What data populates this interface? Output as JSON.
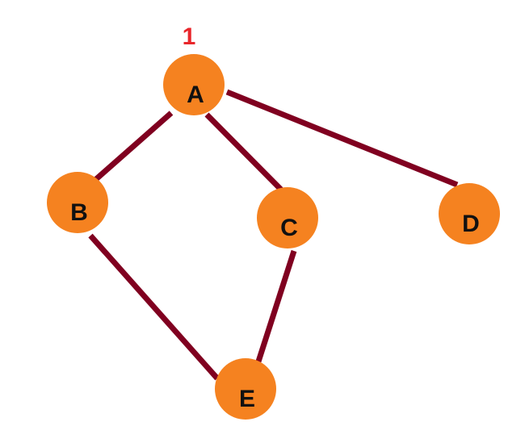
{
  "graph": {
    "nodes": [
      {
        "id": "A",
        "label": "A"
      },
      {
        "id": "B",
        "label": "B"
      },
      {
        "id": "C",
        "label": "C"
      },
      {
        "id": "D",
        "label": "D"
      },
      {
        "id": "E",
        "label": "E"
      }
    ],
    "edges": [
      {
        "from": "A",
        "to": "B"
      },
      {
        "from": "A",
        "to": "C"
      },
      {
        "from": "A",
        "to": "D"
      },
      {
        "from": "B",
        "to": "E"
      },
      {
        "from": "C",
        "to": "E"
      }
    ],
    "marker": {
      "node": "A",
      "text": "1"
    }
  },
  "colors": {
    "node_fill": "#F58220",
    "edge": "#800020",
    "label": "#111111",
    "marker": "#E8262B"
  }
}
